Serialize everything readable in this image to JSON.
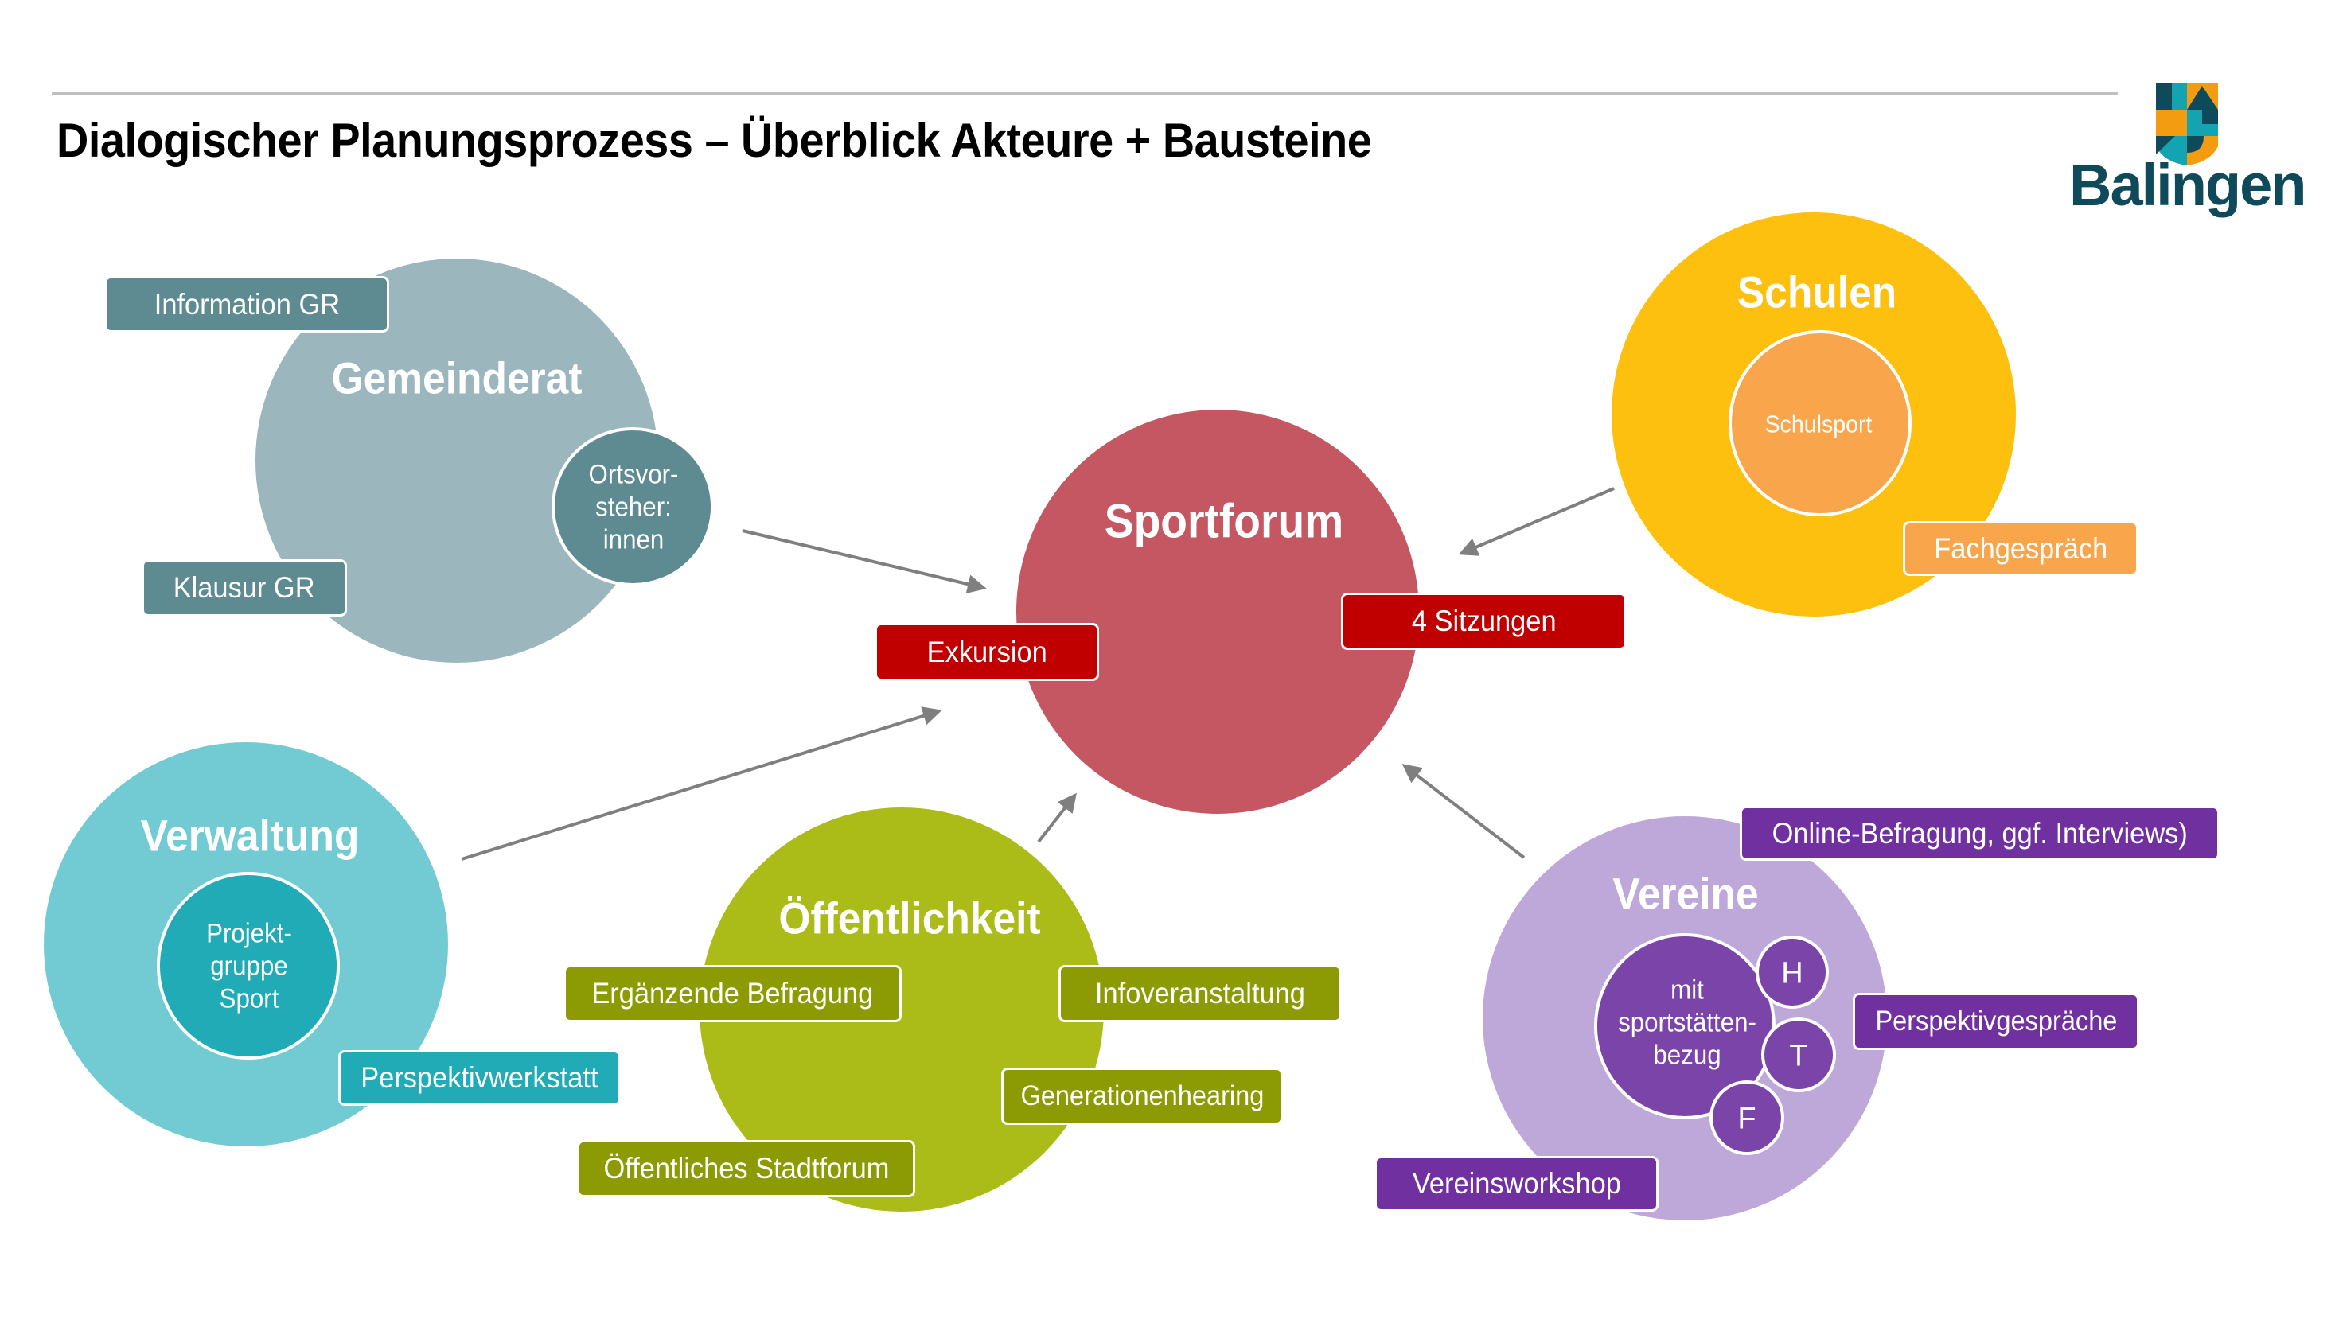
{
  "title": "Dialogischer Planungsprozess – Überblick Akteure + Bausteine",
  "logo": {
    "name": "Balingen",
    "colors": {
      "dark": "#0e4a5a",
      "teal": "#14a3b0",
      "orange": "#f39c12"
    }
  },
  "arrow_color": "#7f7f7f",
  "center": {
    "label": "Sportforum",
    "color": "#c45762",
    "boxes": [
      {
        "label": "Exkursion",
        "color": "#c00000"
      },
      {
        "label": "4 Sitzungen",
        "color": "#c00000"
      }
    ]
  },
  "actors": [
    {
      "id": "gemeinderat",
      "label": "Gemeinderat",
      "color": "#9bb6bd",
      "inner": {
        "label": "Ortsvor-\nsteher:\ninnen",
        "color": "#5e8a91"
      },
      "boxes": [
        {
          "label": "Information GR",
          "color": "#5e8a91"
        },
        {
          "label": "Klausur GR",
          "color": "#5e8a91"
        }
      ]
    },
    {
      "id": "schulen",
      "label": "Schulen",
      "color": "#fdc00f",
      "inner": {
        "label": "Schulsport",
        "color": "#f9a54c"
      },
      "boxes": [
        {
          "label": "Fachgespräch",
          "color": "#f9a54c"
        }
      ]
    },
    {
      "id": "verwaltung",
      "label": "Verwaltung",
      "color": "#72cbd3",
      "inner": {
        "label": "Projekt-\ngruppe\nSport",
        "color": "#20abb6"
      },
      "boxes": [
        {
          "label": "Perspektivwerkstatt",
          "color": "#20abb6"
        }
      ]
    },
    {
      "id": "oeffentlichkeit",
      "label": "Öffentlichkeit",
      "color": "#abbc18",
      "boxes": [
        {
          "label": "Ergänzende Befragung",
          "color": "#8c9a03"
        },
        {
          "label": "Infoveranstaltung",
          "color": "#8c9a03"
        },
        {
          "label": "Generationenhearing",
          "color": "#8c9a03"
        },
        {
          "label": "Öffentliches Stadtforum",
          "color": "#8c9a03"
        }
      ]
    },
    {
      "id": "vereine",
      "label": "Vereine",
      "color": "#bea8da",
      "inner": {
        "label": "mit\nsportstätten-\nbezug",
        "color": "#7a44a8"
      },
      "sub_circles": [
        "H",
        "T",
        "F"
      ],
      "boxes": [
        {
          "label": "Online-Befragung, ggf. Interviews)",
          "color": "#7030a0"
        },
        {
          "label": "Perspektivgespräche",
          "color": "#7030a0"
        },
        {
          "label": "Vereinsworkshop",
          "color": "#7030a0"
        }
      ]
    }
  ]
}
